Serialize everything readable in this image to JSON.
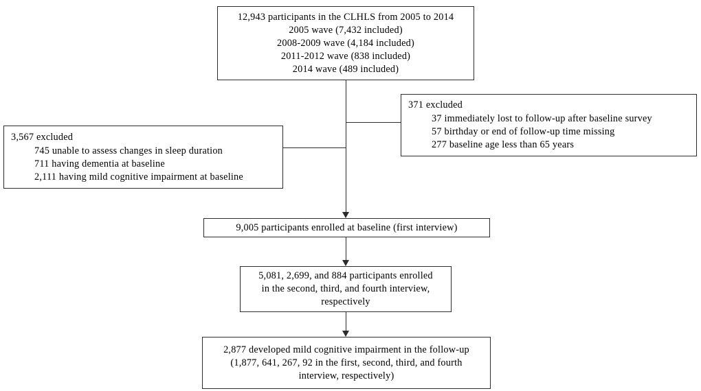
{
  "figure": {
    "type": "flowchart",
    "title": "CLHLS participant selection and follow-up flow diagram",
    "line_color": "#2b2b2b",
    "background": "#ffffff"
  },
  "boxes": {
    "source_population": {
      "name": "source-population-box",
      "align": "center",
      "lines": [
        "12,943 participants  in the CLHLS from  2005 to 2014",
        "2005 wave (7,432 included)",
        "2008-2009 wave (4,184 included)",
        "2011-2012 wave (838 included)",
        "2014 wave (489 included)"
      ]
    },
    "excluded_right": {
      "name": "exclusion-followup-box",
      "align": "left",
      "heading": "371 excluded",
      "items": [
        "37 immediately  lost to follow-up  after  baseline  survey",
        "57 birthday  or end of follow-up  time  missing",
        "277 baseline  age less than  65 years"
      ]
    },
    "excluded_left": {
      "name": "exclusion-cognition-box",
      "align": "left",
      "heading": "3,567 excluded",
      "items": [
        "745 unable  to assess changes  in sleep  duration",
        "711 having  dementia  at baseline",
        "2,111 having  mild  cognitive  impairment  at baseline"
      ]
    },
    "baseline_enrolled": {
      "name": "baseline-enrolled-box",
      "align": "center",
      "lines": [
        "9,005 participants  enrolled  at baseline  (first  interview)"
      ]
    },
    "followup_enrolled": {
      "name": "followup-enrolled-box",
      "align": "center",
      "lines": [
        "5,081, 2,699, and 884 participants  enrolled",
        "in the second,  third,  and fourth  interview,",
        "respectively"
      ]
    },
    "outcome_mci": {
      "name": "outcome-mci-box",
      "align": "center",
      "lines": [
        "2,877 developed mild  cognitive  impairment  in the follow-up",
        "(1,877, 641, 267, 92 in the first,  second,  third,  and fourth",
        "interview,  respectively)"
      ]
    }
  },
  "chart_data": {
    "type": "flowchart",
    "title": "CLHLS participant selection and follow-up flow diagram",
    "nodes": [
      {
        "id": "source_population",
        "label": "12,943 participants in the CLHLS from 2005 to 2014",
        "waves": [
          {
            "wave": "2005",
            "included": 7432
          },
          {
            "wave": "2008-2009",
            "included": 4184
          },
          {
            "wave": "2011-2012",
            "included": 838
          },
          {
            "wave": "2014",
            "included": 489
          }
        ],
        "total": 12943
      },
      {
        "id": "excluded_right",
        "label": "371 excluded",
        "total": 371,
        "reasons": [
          {
            "n": 37,
            "reason": "immediately lost to follow-up after baseline survey"
          },
          {
            "n": 57,
            "reason": "birthday or end of follow-up time missing"
          },
          {
            "n": 277,
            "reason": "baseline age less than 65 years"
          }
        ]
      },
      {
        "id": "excluded_left",
        "label": "3,567 excluded",
        "total": 3567,
        "reasons": [
          {
            "n": 745,
            "reason": "unable to assess changes in sleep duration"
          },
          {
            "n": 711,
            "reason": "having dementia at baseline"
          },
          {
            "n": 2111,
            "reason": "having mild cognitive impairment at baseline"
          }
        ]
      },
      {
        "id": "baseline_enrolled",
        "label": "9,005 participants enrolled at baseline (first interview)",
        "total": 9005
      },
      {
        "id": "followup_enrolled",
        "label": "5,081, 2,699, and 884 participants enrolled in the second, third, and fourth interview, respectively",
        "interviews": [
          {
            "interview": "second",
            "n": 5081
          },
          {
            "interview": "third",
            "n": 2699
          },
          {
            "interview": "fourth",
            "n": 884
          }
        ]
      },
      {
        "id": "outcome_mci",
        "label": "2,877 developed mild cognitive impairment in the follow-up",
        "total": 2877,
        "by_interview": [
          {
            "interview": "first",
            "n": 1877
          },
          {
            "interview": "second",
            "n": 641
          },
          {
            "interview": "third",
            "n": 267
          },
          {
            "interview": "fourth",
            "n": 92
          }
        ]
      }
    ],
    "edges": [
      {
        "from": "source_population",
        "to": "excluded_right",
        "type": "exclusion"
      },
      {
        "from": "source_population",
        "to": "excluded_left",
        "type": "exclusion"
      },
      {
        "from": "source_population",
        "to": "baseline_enrolled",
        "type": "flow"
      },
      {
        "from": "baseline_enrolled",
        "to": "followup_enrolled",
        "type": "flow"
      },
      {
        "from": "followup_enrolled",
        "to": "outcome_mci",
        "type": "flow"
      }
    ]
  }
}
